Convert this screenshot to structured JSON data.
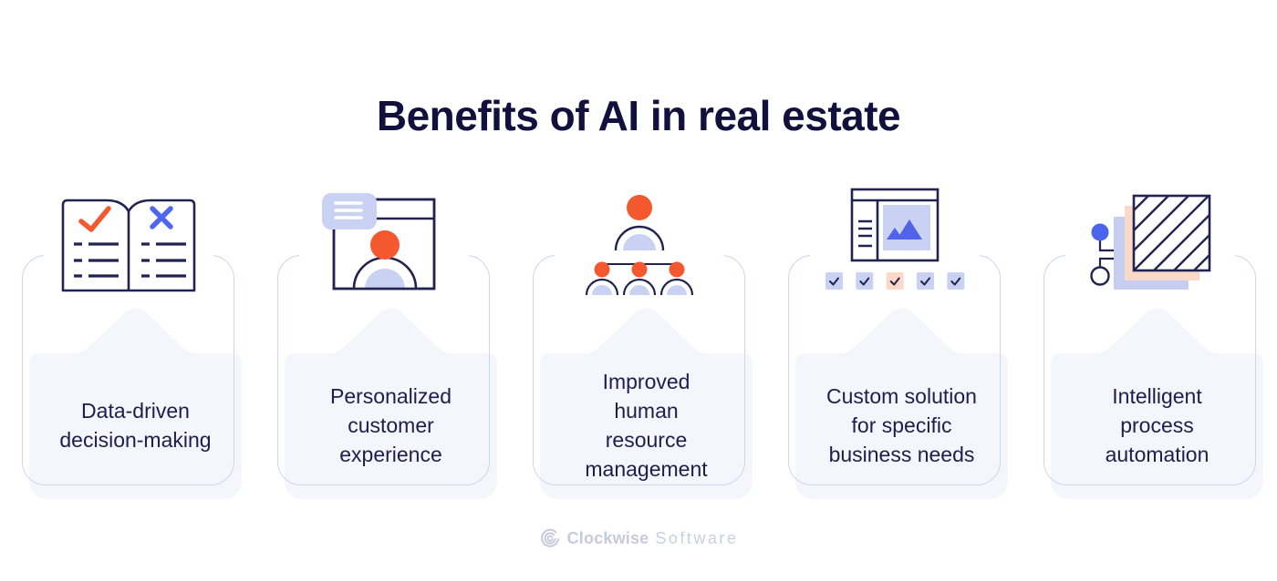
{
  "title": {
    "text": "Benefits of AI in real estate"
  },
  "cards": [
    {
      "icon": "open-book-check-icon",
      "label": "Data-driven\ndecision-making"
    },
    {
      "icon": "customer-profile-window-icon",
      "label": "Personalized\ncustomer\nexperience"
    },
    {
      "icon": "org-chart-icon",
      "label": "Improved\nhuman\nresource\nmanagement"
    },
    {
      "icon": "dashboard-checklist-icon",
      "label": "Custom solution\nfor specific\nbusiness needs"
    },
    {
      "icon": "process-automation-icon",
      "label": "Intelligent\nprocess\nautomation"
    }
  ],
  "footer": {
    "brand_bold": "Clockwise",
    "brand_light": "Software"
  },
  "colors": {
    "title": "#12113e",
    "label": "#1e1e4e",
    "navy_outline": "#232350",
    "orange": "#f4582e",
    "blue": "#5166ee",
    "lavender": "#c9d2f3",
    "peach": "#fbd9c8",
    "card_border": "#ccd6f3",
    "card_fill": "#f4f6fb",
    "logo_gray": "#c7c9dc"
  }
}
